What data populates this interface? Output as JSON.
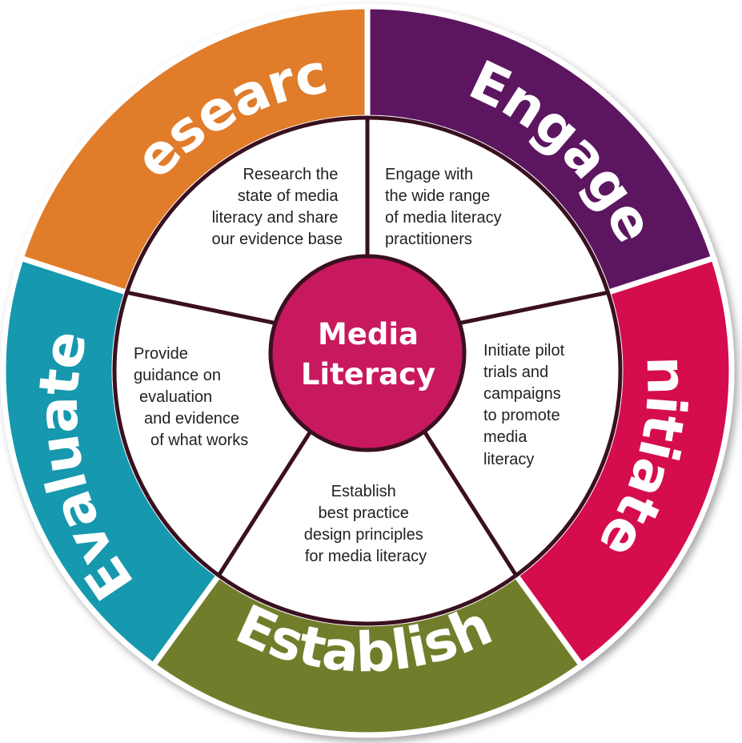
{
  "center": {
    "line1": "Media",
    "line2": "Literacy",
    "color": "#c8185e"
  },
  "segments": [
    {
      "label": "Research",
      "color": "#e07b2b",
      "description": [
        "Research the",
        "state of media",
        "literacy and share",
        "our evidence base"
      ]
    },
    {
      "label": "Engage",
      "color": "#5c1860",
      "description": [
        "Engage with",
        "the wide range",
        "of media literacy",
        "practitioners"
      ]
    },
    {
      "label": "Initiate",
      "color": "#d5094e",
      "description": [
        "Initiate pilot",
        "trials and",
        "campaigns",
        "to promote",
        "media",
        "literacy"
      ]
    },
    {
      "label": "Establish",
      "color": "#717d2c",
      "description": [
        "Establish",
        "best practice",
        "design principles",
        "for media literacy"
      ]
    },
    {
      "label": "Evaluate",
      "color": "#1898ae",
      "description": [
        "Provide",
        "guidance on",
        "evaluation",
        "and evidence",
        "of what works"
      ]
    }
  ],
  "colors": {
    "outline": "#3a1020",
    "inner_fill": "#ffffff"
  }
}
